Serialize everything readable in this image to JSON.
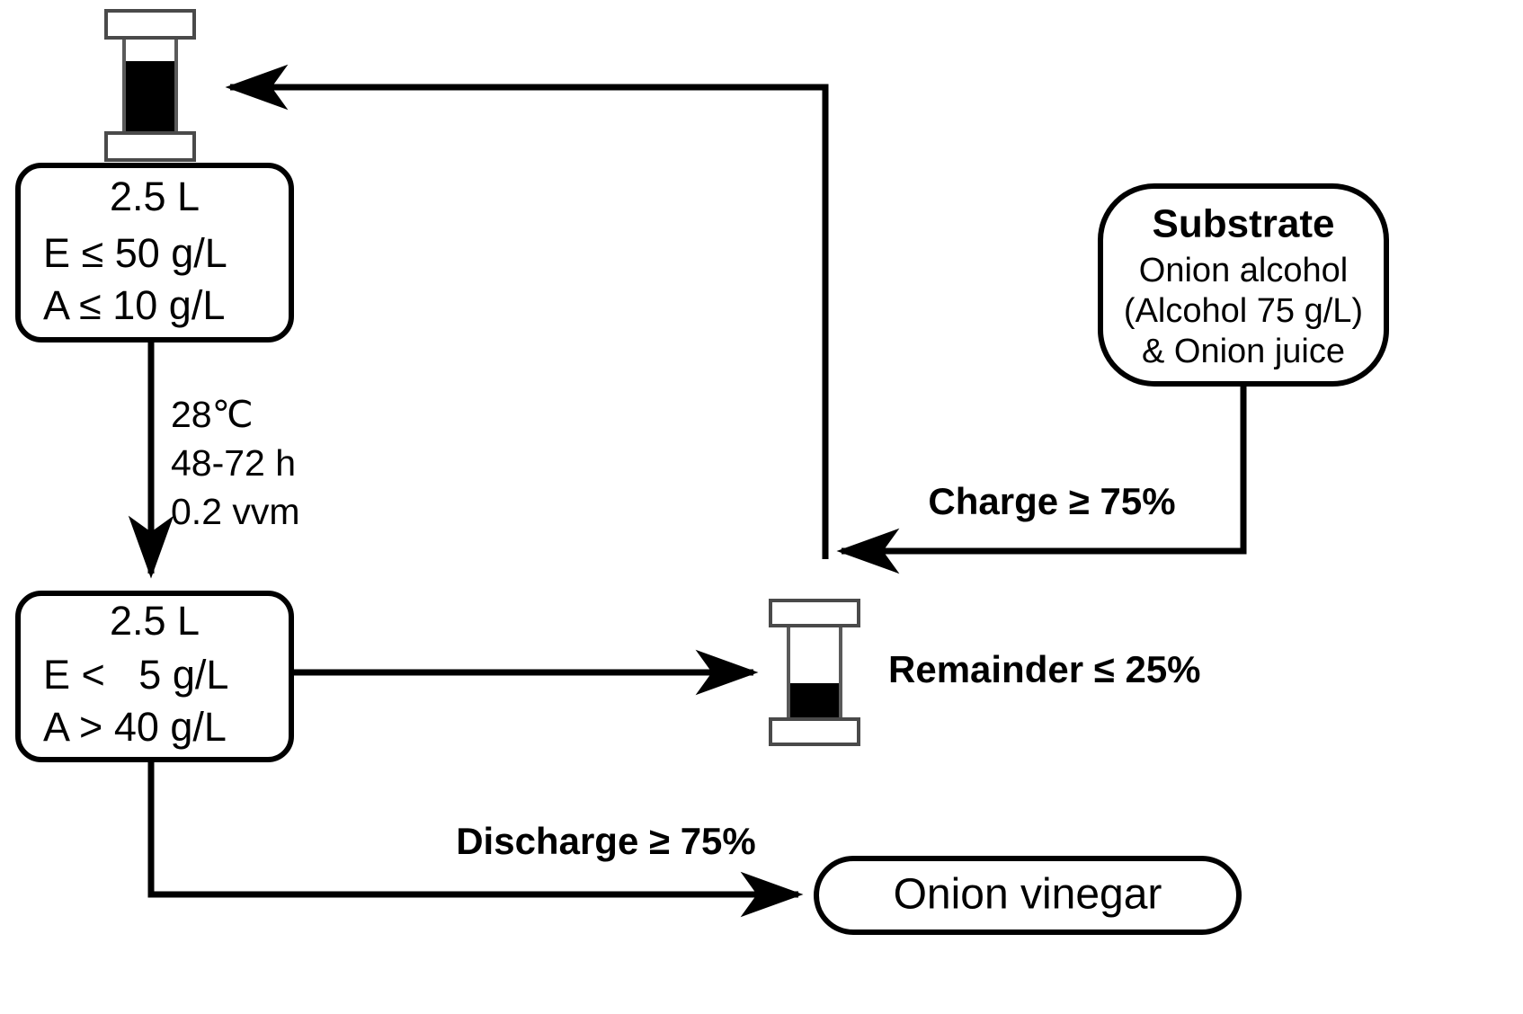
{
  "diagram": {
    "title": "Onion vinegar repeated-batch acetic acid fermentation flow",
    "colors": {
      "stroke": "#000000",
      "background": "#ffffff",
      "fill_liquid": "#000000",
      "vessel_outline": "#5a5a5a"
    },
    "nodes": {
      "reactor_start": {
        "icon": "bioreactor-vessel-icon",
        "fill_level_label": "75%"
      },
      "stage_initial": {
        "line1": "2.5 L",
        "line2": "E ≤ 50 g/L",
        "line3": "A ≤ 10 g/L"
      },
      "stage_final": {
        "line1": "2.5 L",
        "line2": "E <   5 g/L",
        "line3": "A > 40 g/L"
      },
      "substrate": {
        "title": "Substrate",
        "line1": "Onion alcohol",
        "line2": "(Alcohol 75 g/L)",
        "line3": "& Onion juice"
      },
      "reactor_remainder": {
        "icon": "bioreactor-vessel-icon",
        "fill_level_label": "25%"
      },
      "product": {
        "label": "Onion vinegar"
      }
    },
    "conditions": {
      "temperature": "28℃",
      "duration": "48-72 h",
      "aeration": "0.2 vvm"
    },
    "edges": {
      "charge": "Charge ≥ 75%",
      "remainder": "Remainder ≤ 25%",
      "discharge": "Discharge ≥ 75%"
    }
  }
}
